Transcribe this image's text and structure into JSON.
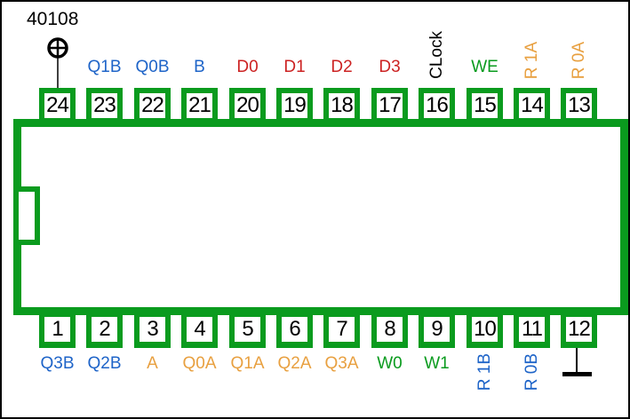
{
  "page": {
    "title": "40108"
  },
  "colors": {
    "green": "#0A9B1E",
    "blue": "#1E64C8",
    "orange": "#E8A040",
    "red": "#CC2222",
    "black": "#000000"
  },
  "chip": {
    "name": "40108",
    "package_pin_count": "24",
    "top_pins": [
      {
        "number": "24",
        "label": "",
        "label_color": "",
        "vertical": false,
        "symbol": "power-positive"
      },
      {
        "number": "23",
        "label": "Q1B",
        "label_color": "blue",
        "vertical": false
      },
      {
        "number": "22",
        "label": "Q0B",
        "label_color": "blue",
        "vertical": false
      },
      {
        "number": "21",
        "label": "B",
        "label_color": "blue",
        "vertical": false
      },
      {
        "number": "20",
        "label": "D0",
        "label_color": "red",
        "vertical": false
      },
      {
        "number": "19",
        "label": "D1",
        "label_color": "red",
        "vertical": false
      },
      {
        "number": "18",
        "label": "D2",
        "label_color": "red",
        "vertical": false
      },
      {
        "number": "17",
        "label": "D3",
        "label_color": "red",
        "vertical": false
      },
      {
        "number": "16",
        "label": "CLock",
        "label_color": "black",
        "vertical": true
      },
      {
        "number": "15",
        "label": "WE",
        "label_color": "green",
        "vertical": false
      },
      {
        "number": "14",
        "label": "R 1A",
        "label_color": "orange",
        "vertical": true
      },
      {
        "number": "13",
        "label": "R 0A",
        "label_color": "orange",
        "vertical": true
      }
    ],
    "bottom_pins": [
      {
        "number": "1",
        "label": "Q3B",
        "label_color": "blue",
        "vertical": false
      },
      {
        "number": "2",
        "label": "Q2B",
        "label_color": "blue",
        "vertical": false
      },
      {
        "number": "3",
        "label": "A",
        "label_color": "orange",
        "vertical": false
      },
      {
        "number": "4",
        "label": "Q0A",
        "label_color": "orange",
        "vertical": false
      },
      {
        "number": "5",
        "label": "Q1A",
        "label_color": "orange",
        "vertical": false
      },
      {
        "number": "6",
        "label": "Q2A",
        "label_color": "orange",
        "vertical": false
      },
      {
        "number": "7",
        "label": "Q3A",
        "label_color": "orange",
        "vertical": false
      },
      {
        "number": "8",
        "label": "W0",
        "label_color": "green",
        "vertical": false
      },
      {
        "number": "9",
        "label": "W1",
        "label_color": "green",
        "vertical": false
      },
      {
        "number": "10",
        "label": "R 1B",
        "label_color": "blue",
        "vertical": true
      },
      {
        "number": "11",
        "label": "R 0B",
        "label_color": "blue",
        "vertical": true
      },
      {
        "number": "12",
        "label": "",
        "label_color": "",
        "vertical": false,
        "symbol": "ground"
      }
    ]
  }
}
